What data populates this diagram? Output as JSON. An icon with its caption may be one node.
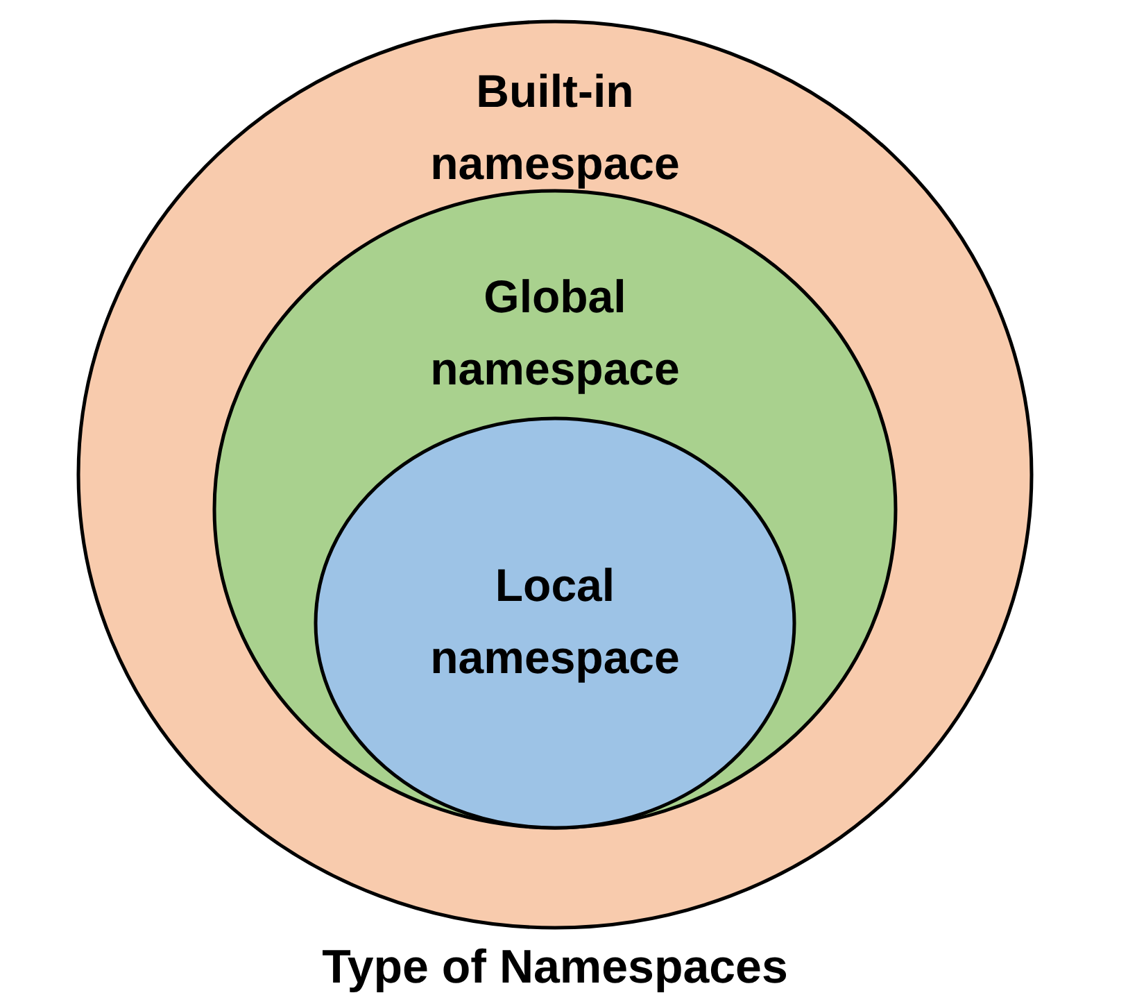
{
  "diagram": {
    "caption": "Type of Namespaces",
    "nodes": [
      {
        "text": [
          "Built-in namespace"
        ]
      },
      {
        "text": [
          "Global namespace"
        ],
        "in": 0
      },
      {
        "text": [
          "Local namespace"
        ],
        "in": 1
      }
    ]
  }
}
